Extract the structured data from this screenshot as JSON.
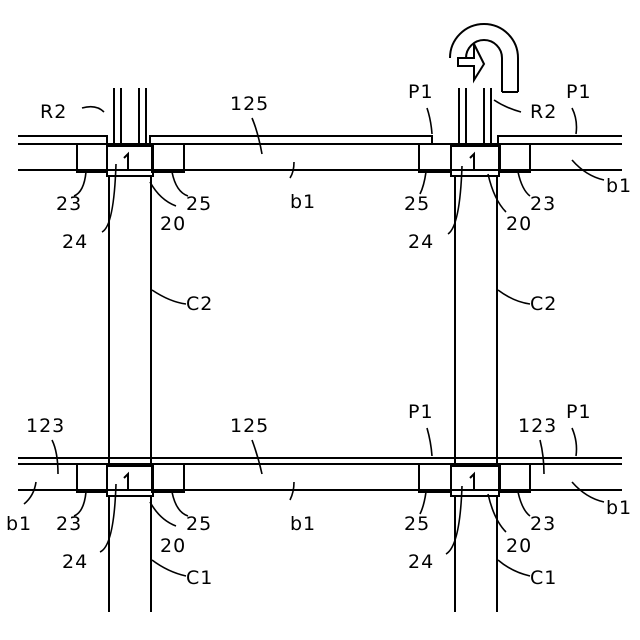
{
  "labels": {
    "r2_left": "R2",
    "r2_right": "R2",
    "p1_top_mid": "P1",
    "p1_top_right": "P1",
    "p1_bot_mid": "P1",
    "p1_bot_right": "P1",
    "n125_top": "125",
    "n125_bot": "125",
    "n123_bot_left": "123",
    "n123_bot_right": "123",
    "b1_top_mid": "b1",
    "b1_top_right": "b1",
    "b1_bot_left": "b1",
    "b1_bot_mid": "b1",
    "b1_bot_right": "b1",
    "n23_tl": "23",
    "n23_tr": "23",
    "n23_bl": "23",
    "n23_br": "23",
    "n25_tl": "25",
    "n25_tr": "25",
    "n25_bl": "25",
    "n25_br": "25",
    "n20_tl": "20",
    "n20_tr": "20",
    "n20_bl": "20",
    "n20_br": "20",
    "n24_tl": "24",
    "n24_tr": "24",
    "n24_bl": "24",
    "n24_br": "24",
    "c2_left": "C2",
    "c2_right": "C2",
    "c1_left": "C1",
    "c1_right": "C1"
  }
}
